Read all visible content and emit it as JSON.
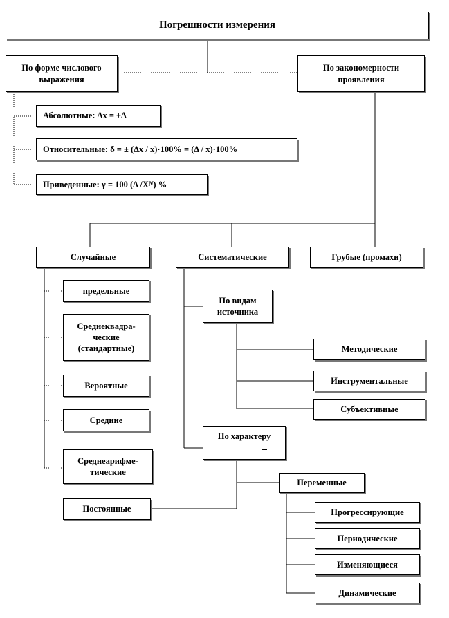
{
  "root": "Погрешности измерения",
  "by_form": {
    "label": "По форме числового\nвыражения",
    "absolute": {
      "prefix": "Абсолютные: ",
      "formula": "Δx = ±Δ"
    },
    "relative": {
      "prefix": "Относительные: ",
      "formula": "δ = ± (Δx / x)·100% = (Δ / x)·100%"
    },
    "reduced": {
      "prefix": "Приведенные: ",
      "formula_pre": "γ = 100 (Δ /X",
      "subscript": "N",
      "formula_post": ") %"
    }
  },
  "by_regularity": {
    "label": "По закономерности\nпроявления",
    "random": {
      "label": "Случайные",
      "items": [
        "предельные",
        "Среднеквадра-\nческие\n(стандартные)",
        "Вероятные",
        "Средние",
        "Среднеарифме-\nтические"
      ]
    },
    "systematic": {
      "label": "Систематические",
      "by_source": {
        "label": "По видам\nисточника",
        "items": [
          "Методические",
          "Инструментальные",
          "Субъективные"
        ]
      },
      "by_character": {
        "label": "По характеру",
        "constant": "Постоянные",
        "variable": {
          "label": "Переменные",
          "items": [
            "Прогрессирующие",
            "Периодические",
            "Изменяющиеся",
            "Динамические"
          ]
        }
      }
    },
    "gross": {
      "label": "Грубые (промахи)"
    }
  }
}
